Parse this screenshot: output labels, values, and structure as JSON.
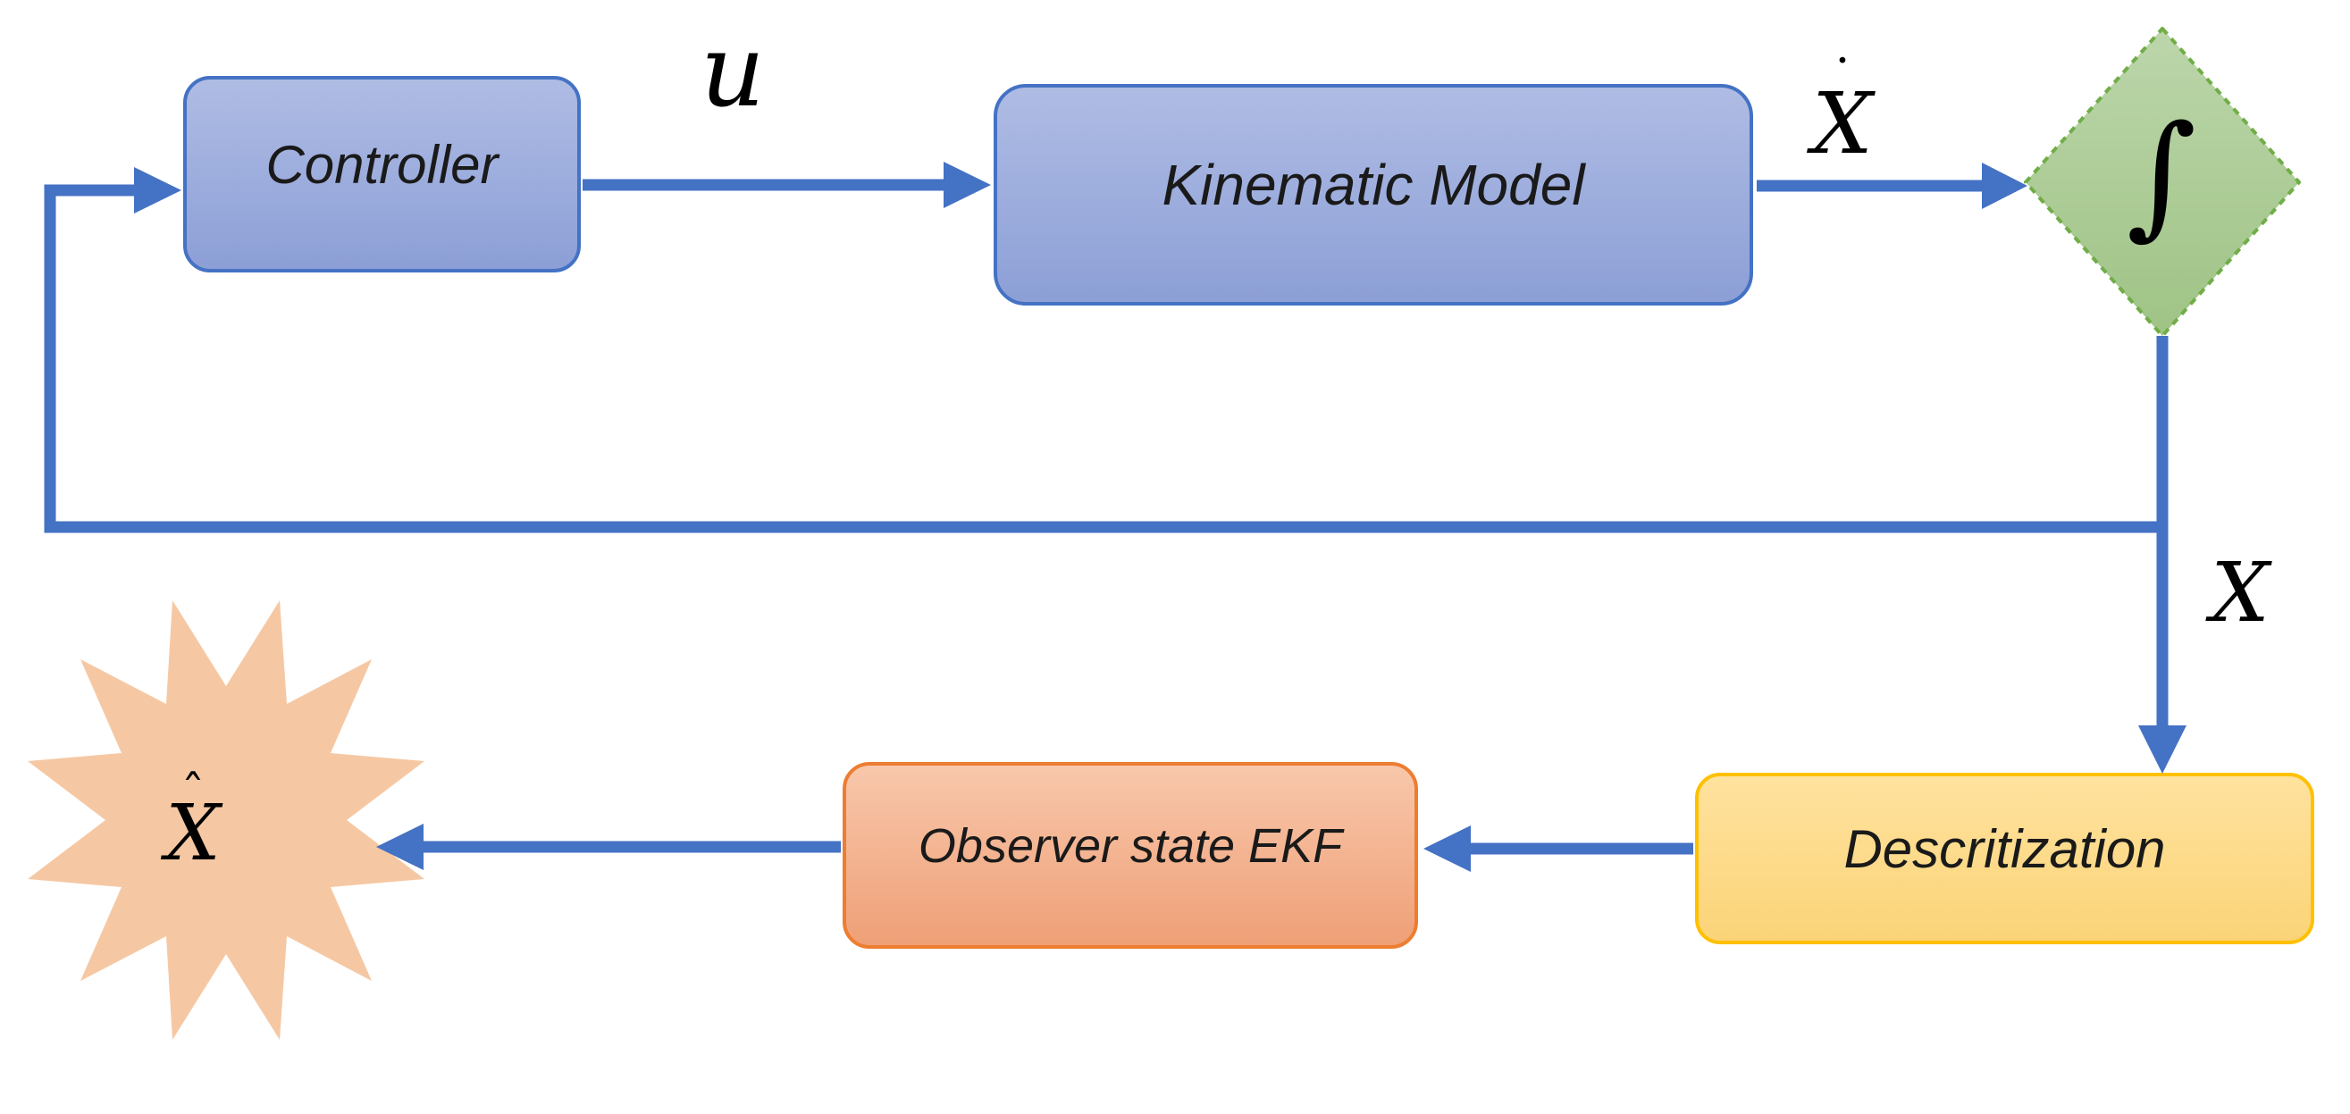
{
  "diagram": {
    "nodes": {
      "controller": {
        "label": "Controller"
      },
      "kinematic_model": {
        "label": "Kinematic Model"
      },
      "integrator": {
        "symbol": "∫"
      },
      "descritization": {
        "label": "Descritization"
      },
      "observer": {
        "label": "Observer state EKF"
      },
      "state_estimate": {
        "base": "X",
        "accent": "ˆ"
      }
    },
    "signals": {
      "control_input": {
        "base": "u"
      },
      "state_derivative": {
        "base": "X",
        "accent": "˙"
      },
      "state": {
        "base": "X"
      }
    }
  },
  "colors": {
    "connector_blue": "#4472C4",
    "blue_fill_top": "#AFBCE4",
    "blue_fill_bottom": "#8C9FD6",
    "green_border": "#70AD47",
    "green_fill_top": "#BCD6AB",
    "green_fill_bottom": "#9FC385",
    "yellow_border": "#FFC000",
    "yellow_fill_top": "#FFE29E",
    "yellow_fill_bottom": "#FBD478",
    "orange_border": "#ED7D31",
    "orange_fill_top": "#F8C7AB",
    "orange_fill_bottom": "#EFA077",
    "star_fill": "#F5C8A3",
    "text": "#1A1A1A"
  }
}
